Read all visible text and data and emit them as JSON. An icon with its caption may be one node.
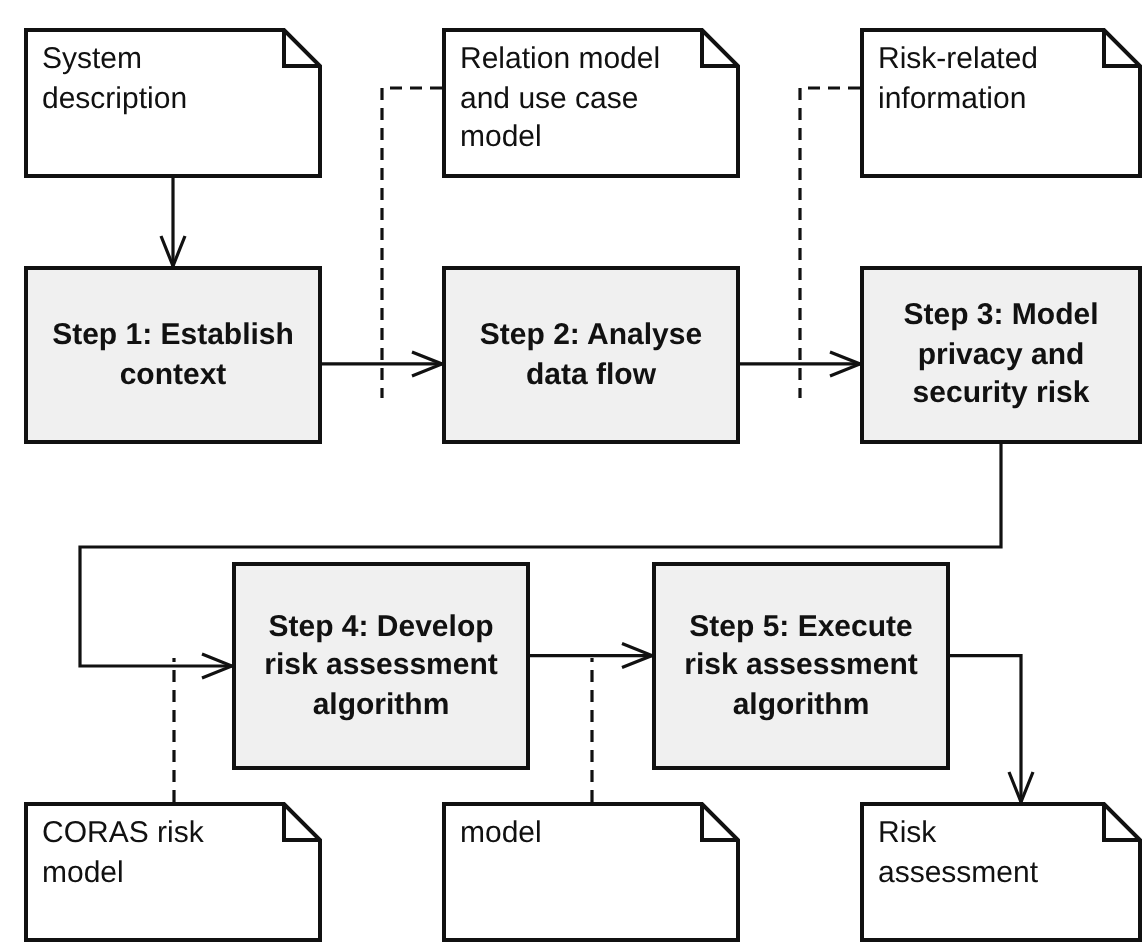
{
  "diagram": {
    "nodes": [
      {
        "text": [
          "System description"
        ]
      },
      {
        "text": [
          "Relation model and use case model"
        ]
      },
      {
        "text": [
          "Risk-related information"
        ]
      },
      {
        "text": [
          "Step 1: Establish context"
        ]
      },
      {
        "text": [
          "Step 2: Analyse data flow"
        ]
      },
      {
        "text": [
          "Step 3: Model privacy and security risk"
        ]
      },
      {
        "text": [
          "Step 4: Develop risk assessment algorithm"
        ]
      },
      {
        "text": [
          "Step 5: Execute risk assessment algorithm"
        ]
      },
      {
        "text": [
          "CORAS risk model"
        ]
      },
      {
        "text": [
          "model"
        ]
      },
      {
        "text": [
          "Risk assessment"
        ]
      }
    ],
    "edges": [
      {
        "from": 0,
        "to": 3,
        "arrow": "to"
      },
      {
        "from": 3,
        "to": 4,
        "arrow": "to"
      },
      {
        "from": 4,
        "to": 5,
        "arrow": "to"
      },
      {
        "from": 5,
        "to": 6,
        "arrow": "to"
      },
      {
        "from": 6,
        "to": 7,
        "arrow": "to"
      },
      {
        "from": 7,
        "to": 10,
        "arrow": "to"
      },
      {
        "from": 1,
        "to": null,
        "arrow": "none",
        "style": "dashed"
      },
      {
        "from": 2,
        "to": null,
        "arrow": "none",
        "style": "dashed"
      },
      {
        "from": 8,
        "to": null,
        "arrow": "none",
        "style": "dashed"
      },
      {
        "from": 9,
        "to": null,
        "arrow": "none",
        "style": "dashed"
      }
    ]
  }
}
